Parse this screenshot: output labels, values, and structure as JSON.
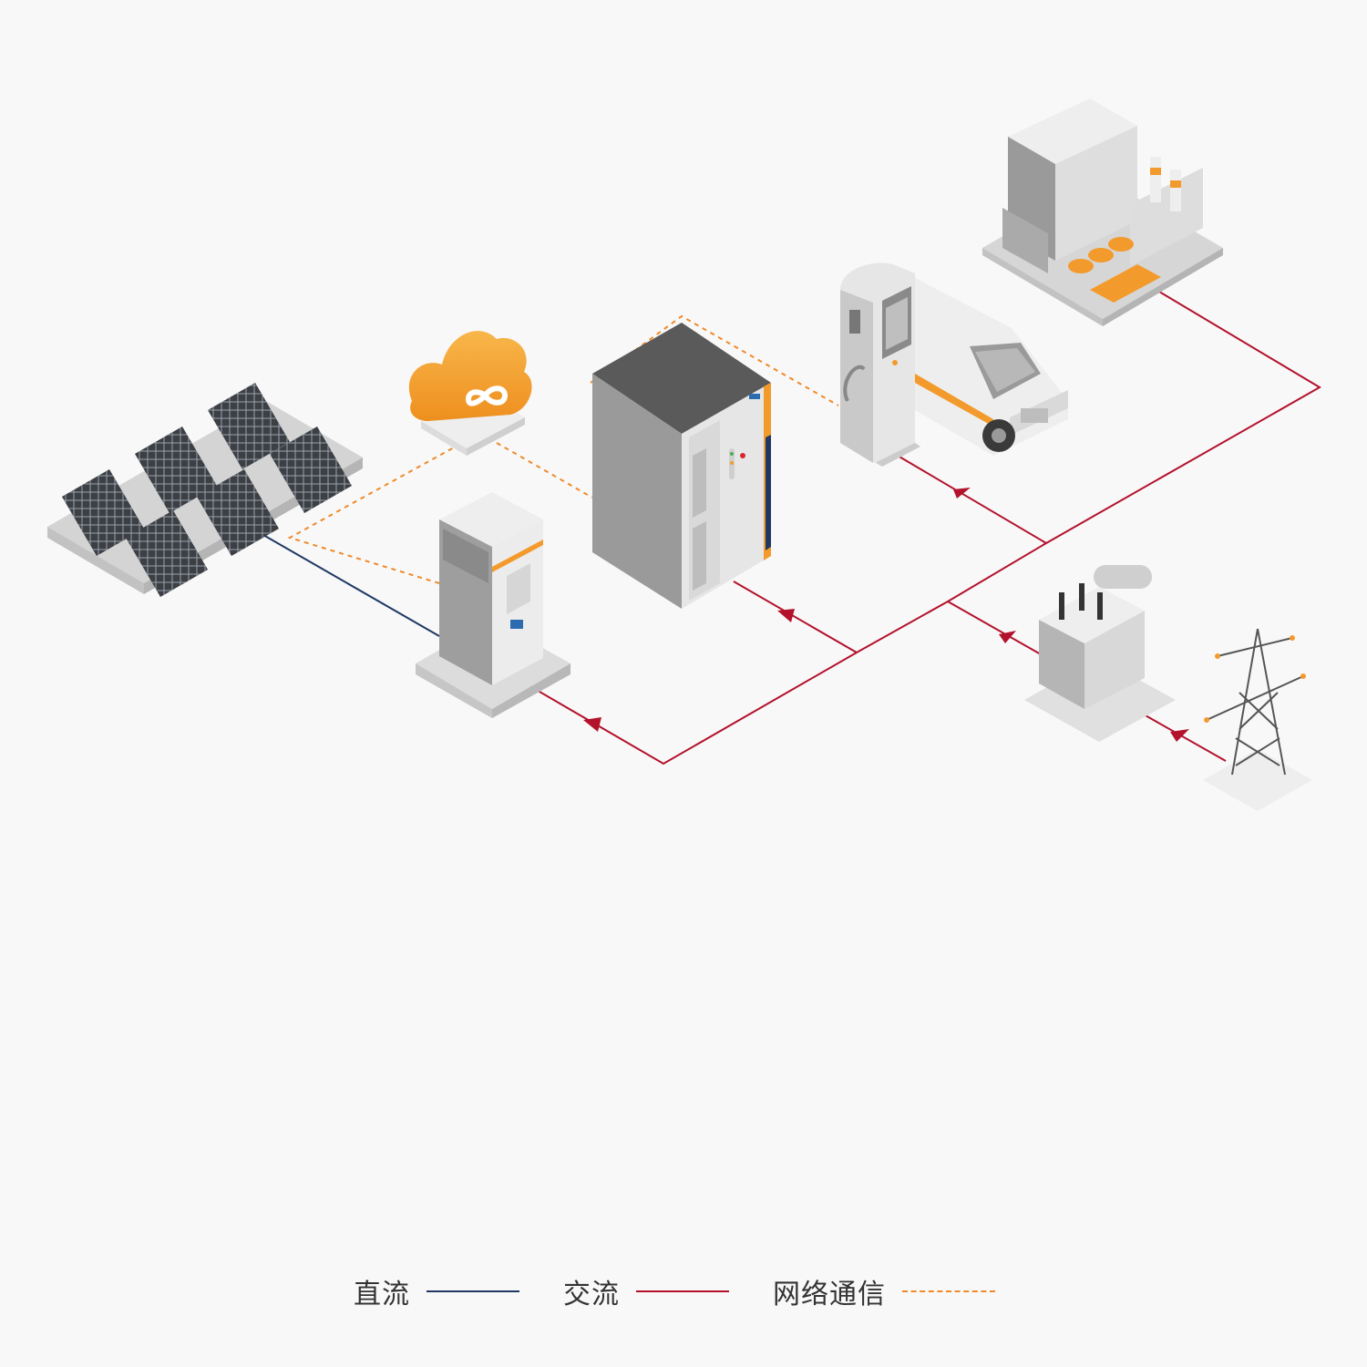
{
  "colors": {
    "dc": "#1f3864",
    "ac": "#b3122c",
    "network": "#f0892a",
    "accent_orange": "#f39a2c",
    "equipment_gray": "#9a9a9a",
    "dark_top": "#5a5a5a",
    "background": "#f8f8f8"
  },
  "icons": [
    "solar-panel-array-icon",
    "cloud-platform-icon",
    "pcs-cabinet-icon",
    "battery-storage-cabinet-icon",
    "ev-charger-icon",
    "electric-van-icon",
    "factory-icon",
    "transformer-icon",
    "transmission-tower-icon"
  ],
  "legend": {
    "dc_label": "直流",
    "ac_label": "交流",
    "network_label": "网络通信"
  }
}
